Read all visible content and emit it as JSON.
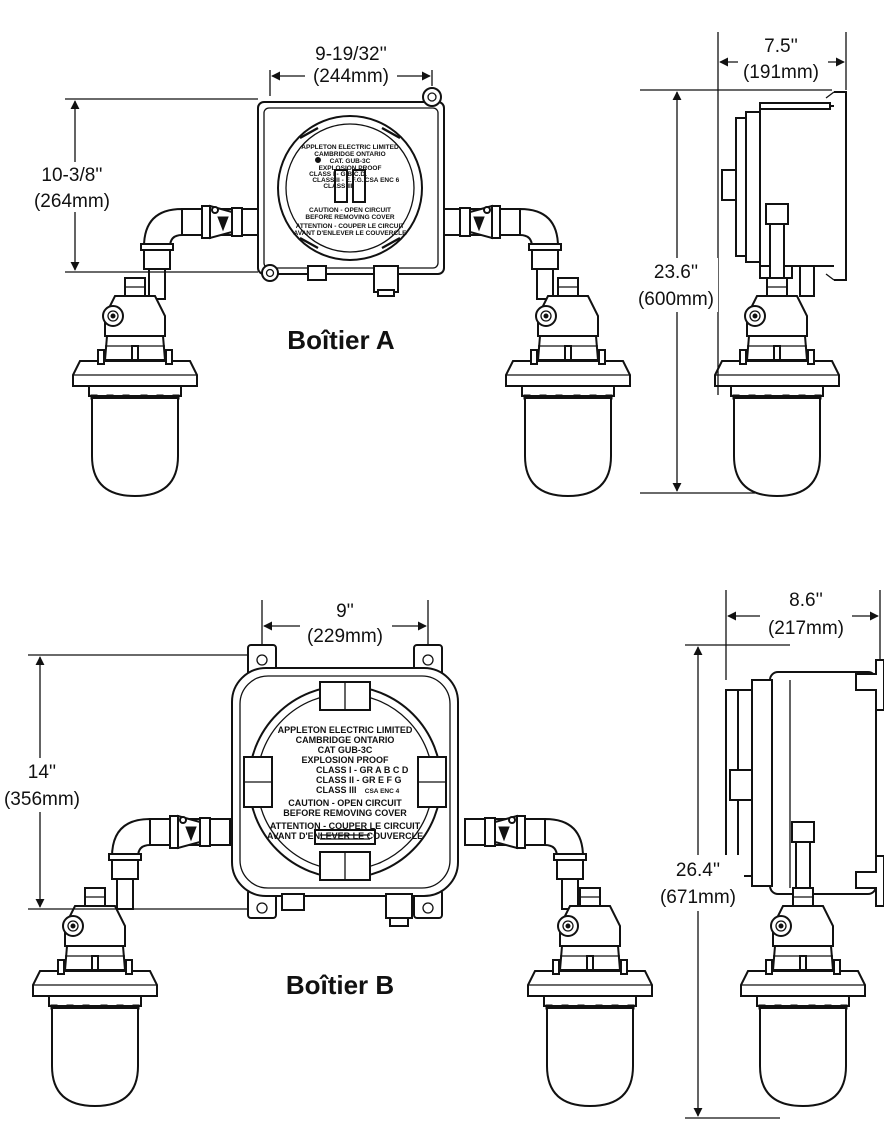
{
  "colors": {
    "stroke": "#111111",
    "background": "#ffffff"
  },
  "enclosure_a": {
    "caption": "Boîtier A",
    "dim_width": "9-19/32''",
    "dim_width_mm": "(244mm)",
    "dim_height": "10-3/8''",
    "dim_height_mm": "(264mm)",
    "dim_depth": "7.5''",
    "dim_depth_mm": "(191mm)",
    "dim_total_height": "23.6''",
    "dim_total_height_mm": "(600mm)",
    "label_lines": [
      "APPLETON ELECTRIC LIMITED",
      "CAMBRIDGE ONTARIO",
      "CAT. GUB-3C",
      "EXPLOSION PROOF",
      "CLASS I - G.B.C.D.",
      "CLASS II - E.F.G.",
      "CLASS III"
    ],
    "csa": "CSA ENC 6",
    "caution_lines": [
      "CAUTION - OPEN CIRCUIT",
      "BEFORE REMOVING COVER"
    ],
    "attention_lines": [
      "ATTENTION - COUPER LE CIRCUIT",
      "AVANT D'ENLEVER LE COUVERCLE"
    ]
  },
  "enclosure_b": {
    "caption": "Boîtier B",
    "dim_width": "9''",
    "dim_width_mm": "(229mm)",
    "dim_height": "14''",
    "dim_height_mm": "(356mm)",
    "dim_depth": "8.6''",
    "dim_depth_mm": "(217mm)",
    "dim_total_height": "26.4''",
    "dim_total_height_mm": "(671mm)",
    "label_lines": [
      "APPLETON ELECTRIC LIMITED",
      "CAMBRIDGE ONTARIO",
      "CAT GUB-3C",
      "EXPLOSION PROOF",
      "CLASS I - GR  A B C D",
      "CLASS II - GR  E F G",
      "CLASS III"
    ],
    "csa": "CSA ENC 4",
    "caution_lines": [
      "CAUTION - OPEN CIRCUIT",
      "BEFORE REMOVING COVER"
    ],
    "attention_lines": [
      "ATTENTION - COUPER LE CIRCUIT",
      "AVANT D'ENLEVER LE COUVERCLE"
    ]
  }
}
